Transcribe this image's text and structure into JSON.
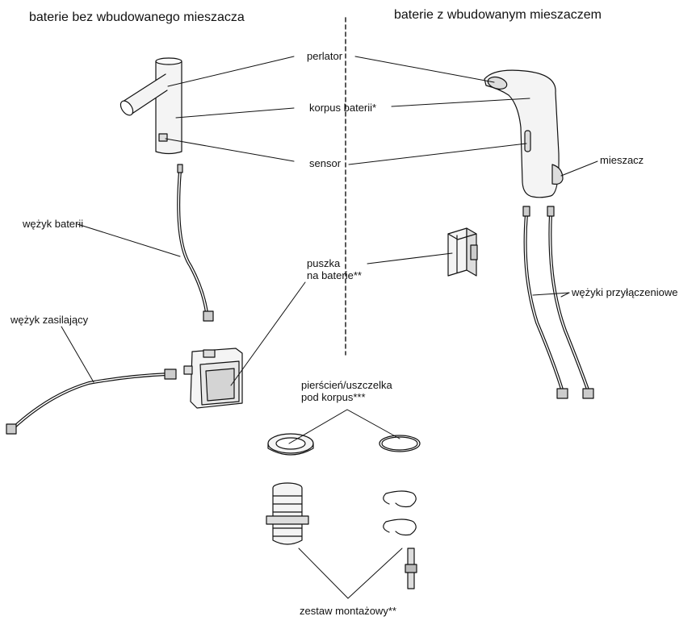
{
  "headings": {
    "left": "baterie bez wbudowanego mieszacza",
    "right": "baterie z wbudowanym mieszaczem"
  },
  "labels": {
    "perlator": "perlator",
    "korpus": "korpus baterii*",
    "sensor": "sensor",
    "mieszacz": "mieszacz",
    "wezyk_baterii": "wężyk baterii",
    "puszka_line1": "puszka",
    "puszka_line2": "na baterie**",
    "wezyki_przylaczeniowe": "wężyki przyłączeniowe",
    "wezyk_zasilajacy": "wężyk zasilający",
    "pierscien_line1": "pierścień/uszczelka",
    "pierscien_line2": "pod korpus***",
    "zestaw": "zestaw montażowy**"
  },
  "colors": {
    "line": "#111111",
    "fill": "#f4f4f4",
    "shade": "#d8d8d8"
  }
}
